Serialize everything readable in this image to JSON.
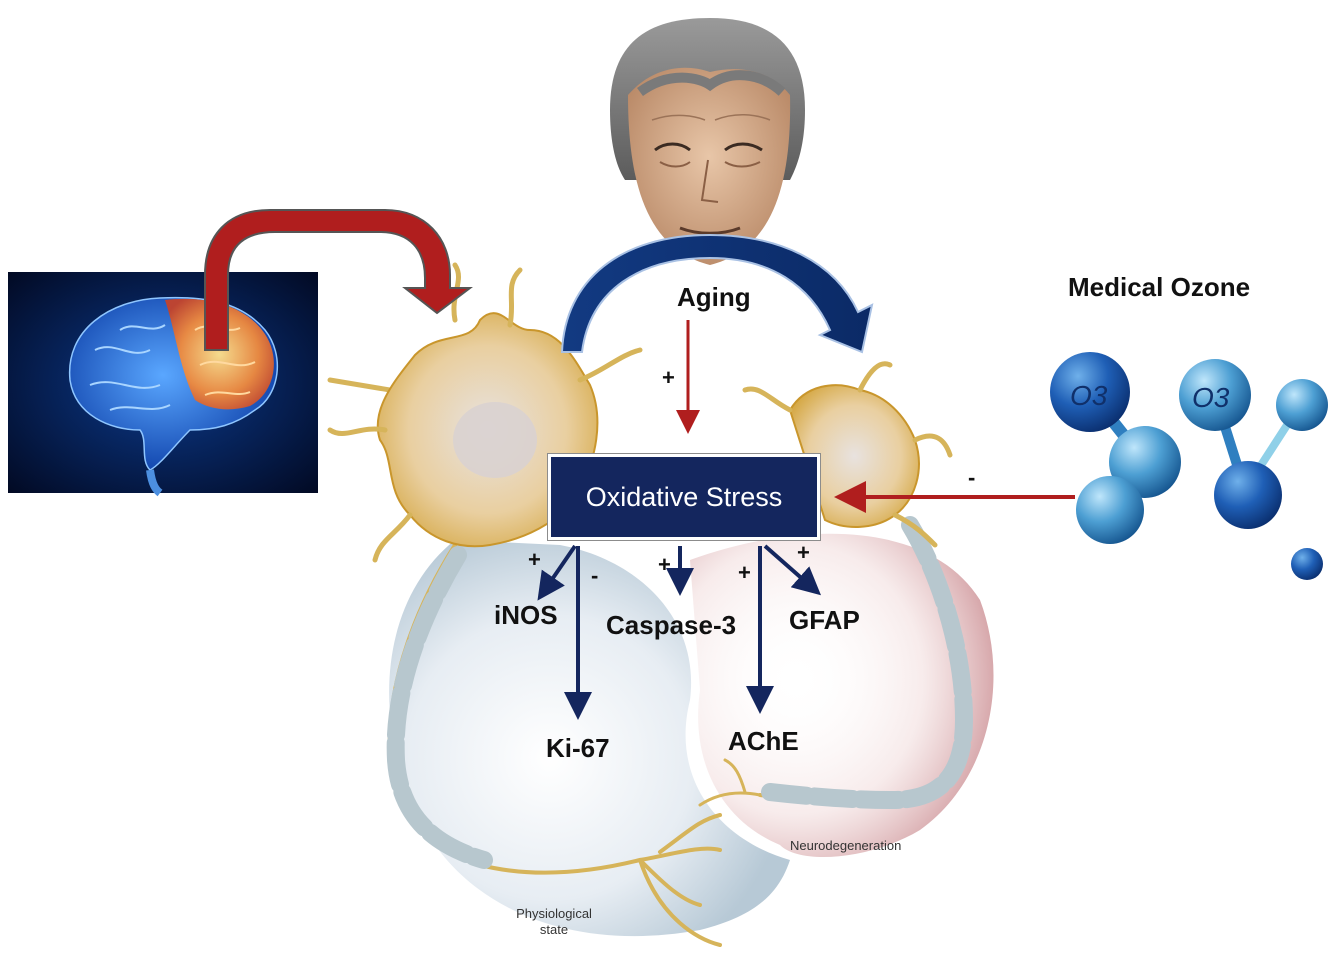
{
  "center": {
    "label": "Oxidative Stress"
  },
  "aging": {
    "label": "Aging",
    "effect_sign": "+"
  },
  "ozone": {
    "label": "Medical Ozone",
    "effect_sign": "-",
    "molecule_labels": [
      "O3",
      "O3"
    ]
  },
  "outputs": [
    {
      "label": "iNOS",
      "sign": "+"
    },
    {
      "label": "Ki-67",
      "sign": "-"
    },
    {
      "label": "Caspase-3",
      "sign": "+"
    },
    {
      "label": "AChE",
      "sign": "+"
    },
    {
      "label": "GFAP",
      "sign": "+"
    }
  ],
  "states": {
    "physiological_line1": "Physiological",
    "physiological_line2": "state",
    "neuro": "Neurodegeneration"
  },
  "colors": {
    "box": "#14265e",
    "red_arrow": "#b01e1e",
    "blue_arrow": "#14265e",
    "ozone_blue": "#2f7fc0"
  }
}
